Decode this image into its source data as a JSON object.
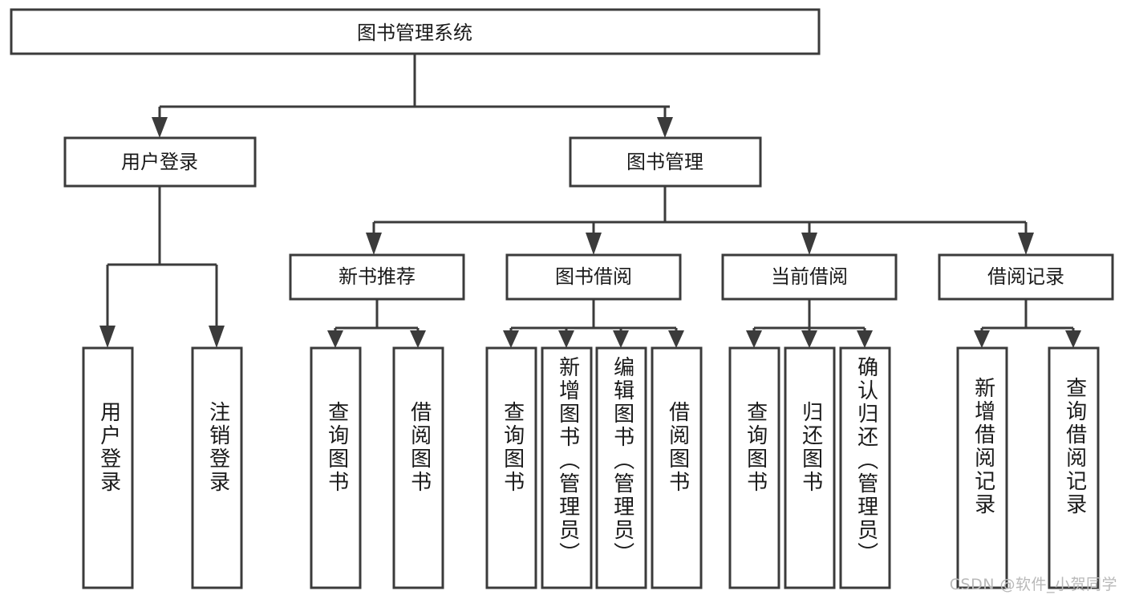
{
  "diagram": {
    "title": "图书管理系统",
    "type": "hierarchy-tree",
    "watermark": "CSDN @软件_小贺同学",
    "colors": {
      "stroke": "#3b3b3b",
      "fill": "#ffffff",
      "text": "#1a1a1a",
      "watermark": "#b9b9b9"
    },
    "root": {
      "label": "图书管理系统"
    },
    "level2": [
      {
        "label": "用户登录"
      },
      {
        "label": "图书管理"
      }
    ],
    "level3": [
      {
        "label": "新书推荐"
      },
      {
        "label": "图书借阅"
      },
      {
        "label": "当前借阅"
      },
      {
        "label": "借阅记录"
      }
    ],
    "leaves": [
      {
        "label": "用户登录",
        "parent": "用户登录"
      },
      {
        "label": "注销登录",
        "parent": "用户登录"
      },
      {
        "label": "查询图书",
        "parent": "新书推荐"
      },
      {
        "label": "借阅图书",
        "parent": "新书推荐"
      },
      {
        "label": "查询图书",
        "parent": "图书借阅"
      },
      {
        "label": "新增图书（管理员）",
        "parent": "图书借阅"
      },
      {
        "label": "编辑图书（管理员）",
        "parent": "图书借阅"
      },
      {
        "label": "借阅图书",
        "parent": "图书借阅"
      },
      {
        "label": "查询图书",
        "parent": "当前借阅"
      },
      {
        "label": "归还图书",
        "parent": "当前借阅"
      },
      {
        "label": "确认归还（管理员）",
        "parent": "当前借阅"
      },
      {
        "label": "新增借阅记录",
        "parent": "借阅记录"
      },
      {
        "label": "查询借阅记录",
        "parent": "借阅记录"
      }
    ]
  }
}
